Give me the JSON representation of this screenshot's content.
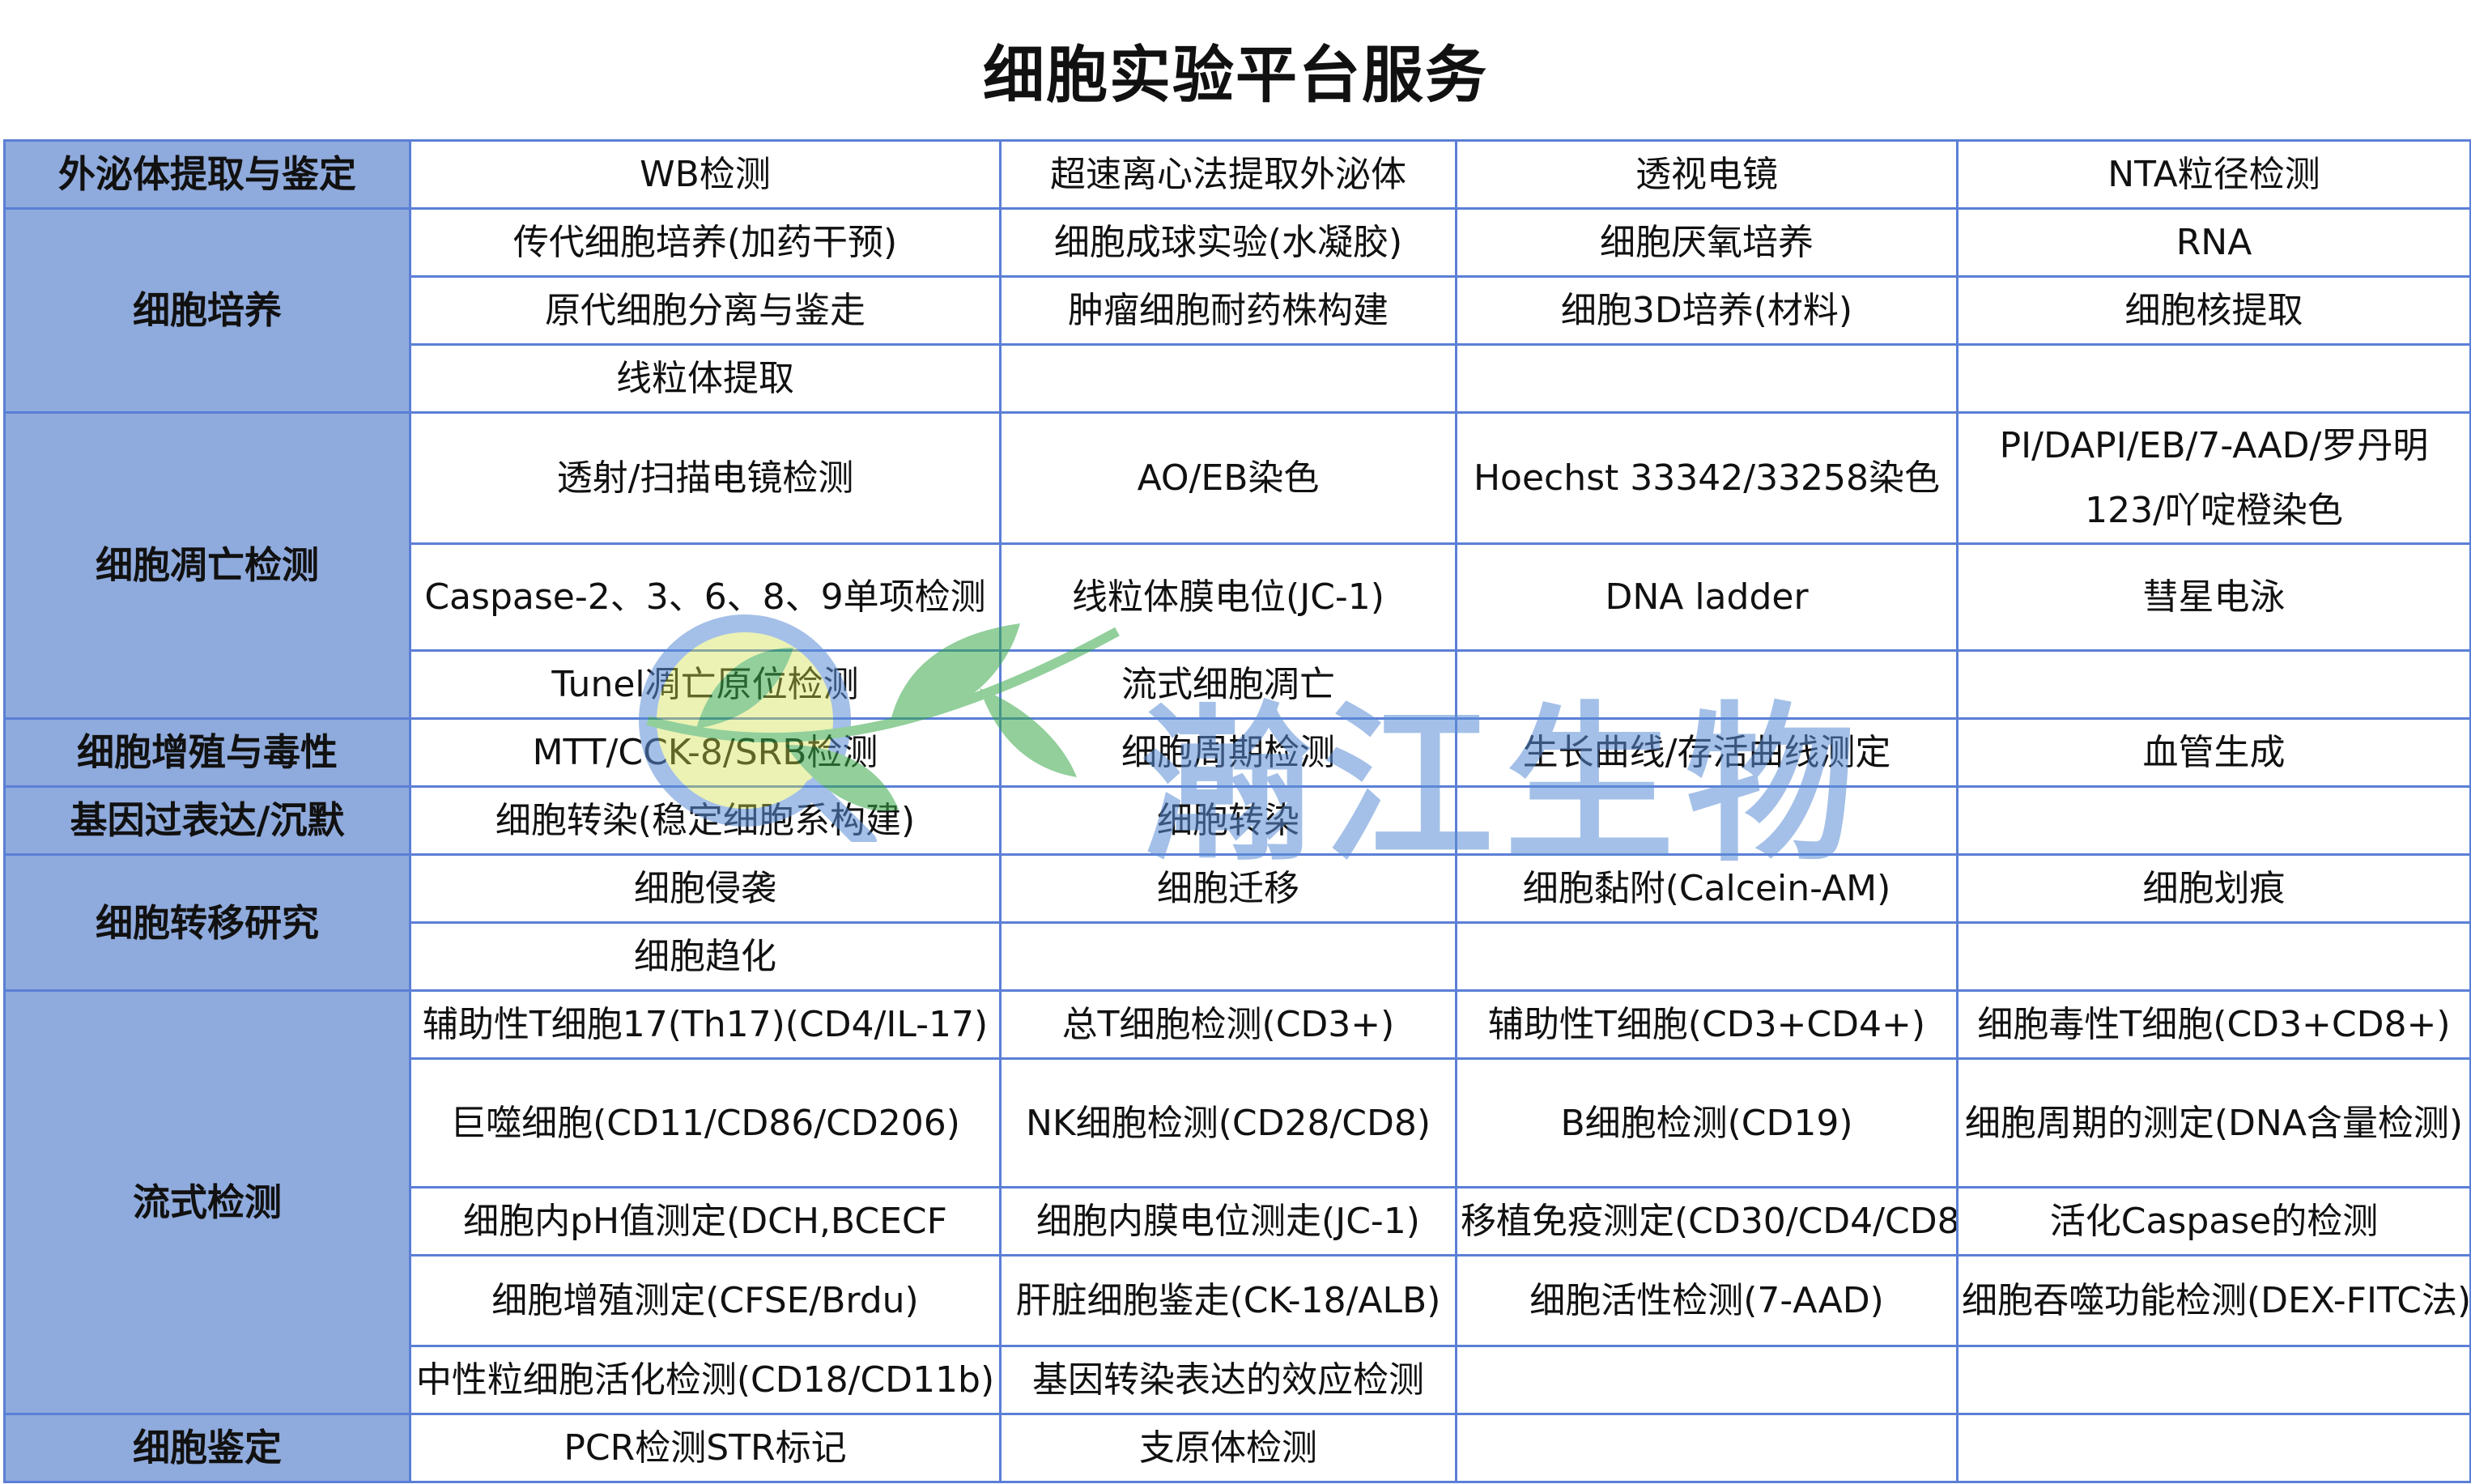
{
  "title": "细胞实验平台服务",
  "watermark": "瀚江生物",
  "colors": {
    "category_bg": "#8faadc",
    "border": "#5b7fd6",
    "watermark_text": "#5b8ed6",
    "watermark_leaf": "#3aa84a",
    "watermark_lens": "#5b8ed6"
  },
  "rows": {
    "r1": {
      "category": "外泌体提取与鉴定",
      "c1": "WB检测",
      "c2": "超速离心法提取外泌体",
      "c3": "透视电镜",
      "c4": "NTA粒径检测"
    },
    "r2": {
      "category": "细胞培养",
      "c1": "传代细胞培养(加药干预)",
      "c2": "细胞成球实验(水凝胶)",
      "c3": "细胞厌氧培养",
      "c4": "RNA"
    },
    "r3": {
      "c1": "原代细胞分离与鉴走",
      "c2": "肿瘤细胞耐药株构建",
      "c3": "细胞3D培养(材料)",
      "c4": "细胞核提取"
    },
    "r4": {
      "c1": "线粒体提取",
      "c2": "",
      "c3": "",
      "c4": ""
    },
    "r5": {
      "category": "细胞凋亡检测",
      "c1": "透射/扫描电镜检测",
      "c2": "AO/EB染色",
      "c3": "Hoechst 33342/33258染色",
      "c4_line1": "PI/DAPI/EB/7-AAD/罗丹明",
      "c4_line2": "123/吖啶橙染色"
    },
    "r6": {
      "c1": "Caspase-2、3、6、8、9单项检测",
      "c2": "线粒体膜电位(JC-1)",
      "c3": "DNA ladder",
      "c4": "彗星电泳"
    },
    "r7": {
      "c1": "Tunel凋亡原位检测",
      "c2": "流式细胞凋亡",
      "c3": "",
      "c4": ""
    },
    "r8": {
      "category": "细胞增殖与毒性",
      "c1": "MTT/CCK-8/SRB检测",
      "c2": "细胞周期检测",
      "c3": "生长曲线/存活曲线测定",
      "c4": "血管生成"
    },
    "r9": {
      "category": "基因过表达/沉默",
      "c1": "细胞转染(稳定细胞系构建)",
      "c2": "细胞转染",
      "c3": "",
      "c4": ""
    },
    "r10": {
      "category": "细胞转移研究",
      "c1": "细胞侵袭",
      "c2": "细胞迁移",
      "c3": "细胞黏附(Calcein-AM)",
      "c4": "细胞划痕"
    },
    "r11": {
      "c1": "细胞趋化",
      "c2": "",
      "c3": "",
      "c4": ""
    },
    "r12": {
      "category": "流式检测",
      "c1": "辅助性T细胞17(Th17)(CD4/IL-17)",
      "c2": "总T细胞检测(CD3+)",
      "c3": "辅助性T细胞(CD3+CD4+)",
      "c4": "细胞毒性T细胞(CD3+CD8+)"
    },
    "r13": {
      "c1": "巨噬细胞(CD11/CD86/CD206)",
      "c2": "NK细胞检测(CD28/CD8)",
      "c3": "B细胞检测(CD19)",
      "c4": "细胞周期的测定(DNA含量检测)"
    },
    "r14": {
      "c1": "细胞内pH值测定(DCH,BCECF",
      "c2": "细胞内膜电位测走(JC-1)",
      "c3": "移植免疫测定(CD30/CD4/CD8",
      "c4": "活化Caspase的检测"
    },
    "r15": {
      "c1": "细胞增殖测定(CFSE/Brdu)",
      "c2": "肝脏细胞鉴走(CK-18/ALB)",
      "c3": "细胞活性检测(7-AAD)",
      "c4": "细胞吞噬功能检测(DEX-FITC法)"
    },
    "r16": {
      "c1": "中性粒细胞活化检测(CD18/CD11b)",
      "c2": "基因转染表达的效应检测",
      "c3": "",
      "c4": ""
    },
    "r17": {
      "category": "细胞鉴定",
      "c1": "PCR检测STR标记",
      "c2": "支原体检测",
      "c3": "",
      "c4": ""
    }
  }
}
